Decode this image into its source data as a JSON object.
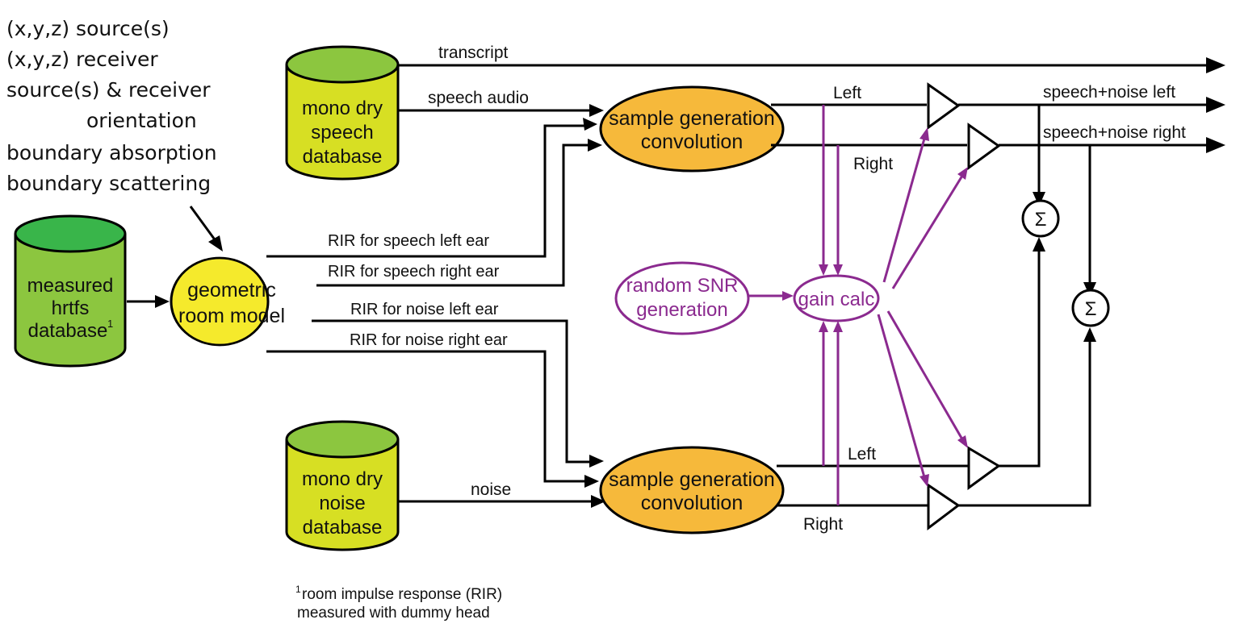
{
  "colors": {
    "hrtf_db_body": "#8cc63f",
    "hrtf_db_top": "#39b54a",
    "mono_db_body": "#d7df23",
    "mono_db_top": "#8cc63f",
    "room_model": "#f5ea2c",
    "sample_gen": "#f6b93b",
    "gain_path": "#8b2a8f",
    "line": "#000000"
  },
  "inputs_list": [
    "(x,y,z) source(s)",
    "(x,y,z) receiver",
    "source(s) & receiver",
    "orientation",
    "boundary absorption",
    "boundary scattering"
  ],
  "nodes": {
    "hrtf_db": [
      "measured",
      "hrtfs",
      "database"
    ],
    "hrtf_db_sup": "1",
    "room_model": [
      "geometric",
      "room model"
    ],
    "speech_db": [
      "mono dry",
      "speech",
      "database"
    ],
    "noise_db": [
      "mono dry",
      "noise",
      "database"
    ],
    "sample_gen_top": [
      "sample generation",
      "convolution"
    ],
    "sample_gen_bottom": [
      "sample generation",
      "convolution"
    ],
    "snr_gen": [
      "random SNR",
      "generation"
    ],
    "gain_calc": "gain calc",
    "sum_symbol": "Σ"
  },
  "edges": {
    "transcript": "transcript",
    "speech_audio": "speech audio",
    "noise": "noise",
    "rir_speech_left": "RIR for speech left ear",
    "rir_speech_right": "RIR for speech right ear",
    "rir_noise_left": "RIR for noise left ear",
    "rir_noise_right": "RIR for noise right ear",
    "top_left": "Left",
    "top_right": "Right",
    "bottom_left": "Left",
    "bottom_right": "Right",
    "out_left": "speech+noise left",
    "out_right": "speech+noise right"
  },
  "footnote": {
    "sup": "1",
    "line1": "room impulse response (RIR)",
    "line2": "measured with dummy head"
  }
}
